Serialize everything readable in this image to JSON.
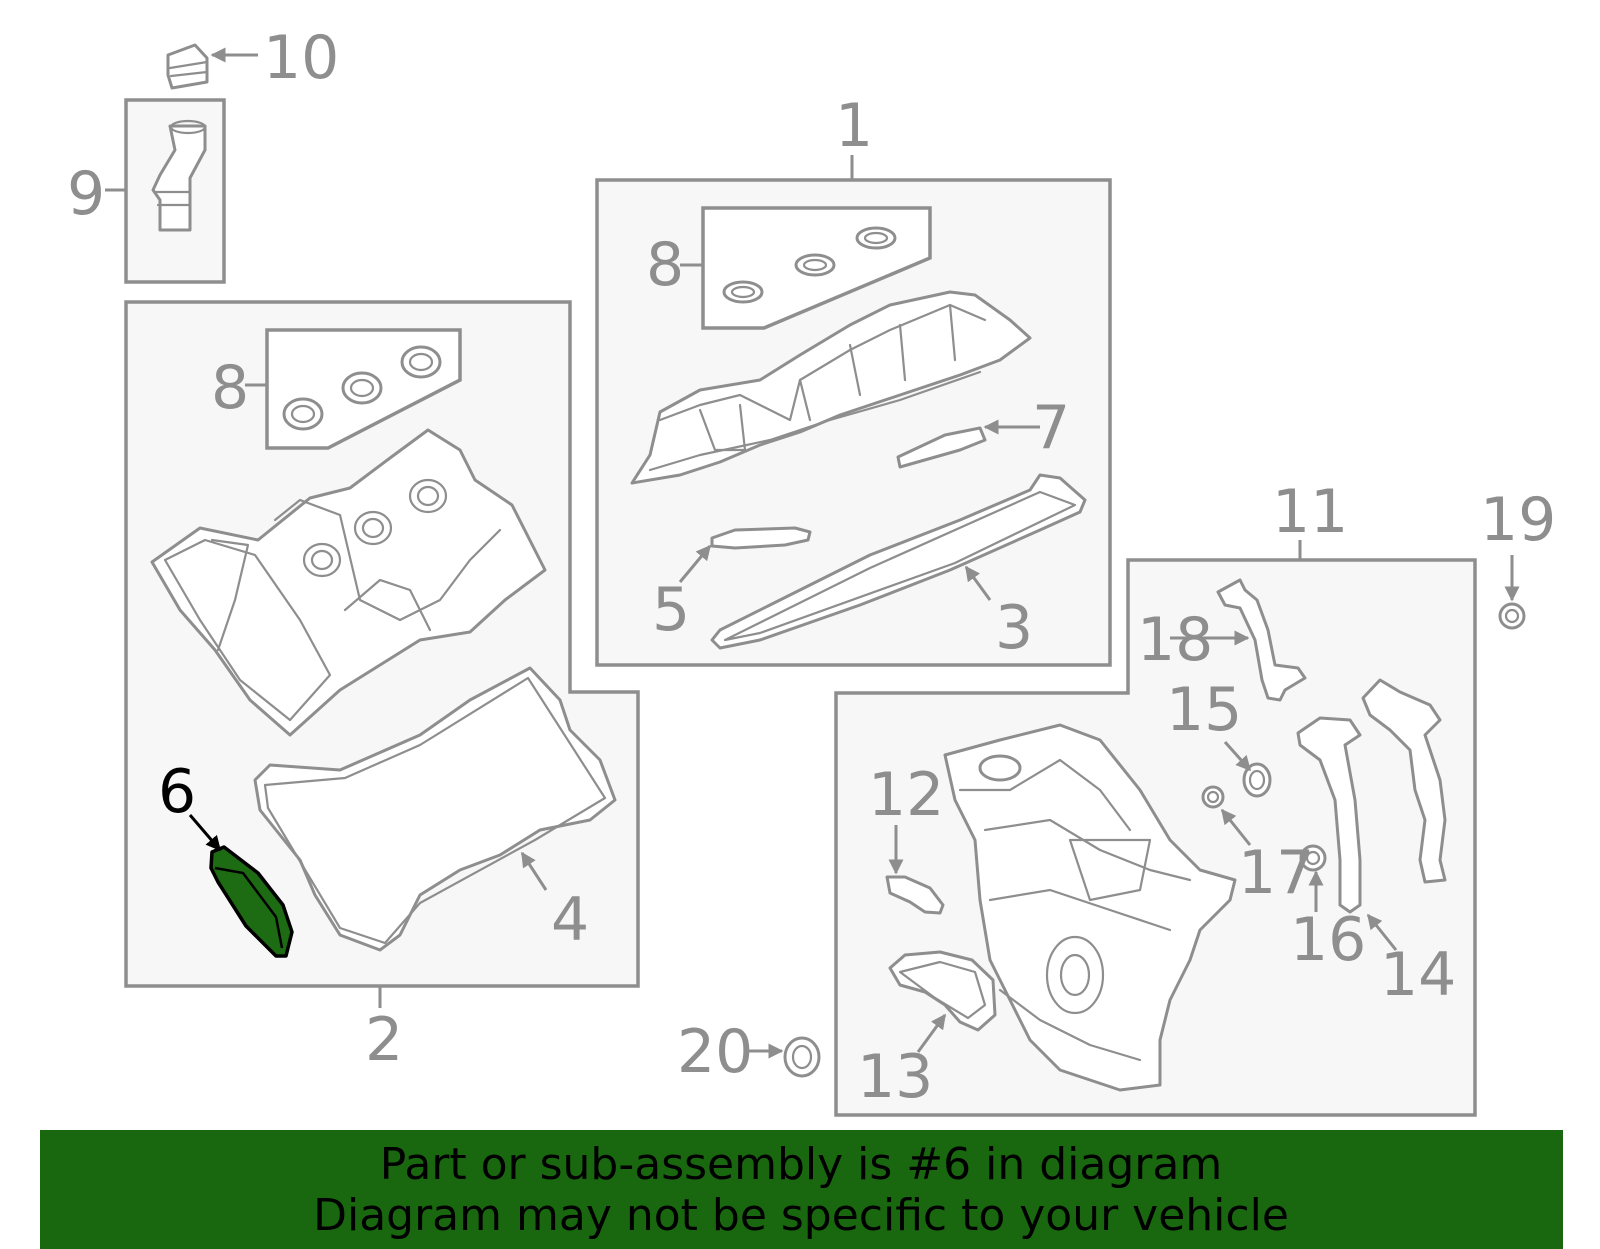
{
  "colors": {
    "banner": "#19680f",
    "highlight": "#1d6b12",
    "line": "#8e8e8e"
  },
  "callouts": {
    "c1": "1",
    "c2": "2",
    "c3": "3",
    "c4": "4",
    "c5": "5",
    "c6": "6",
    "c7": "7",
    "c8a": "8",
    "c8b": "8",
    "c9": "9",
    "c10": "10",
    "c11": "11",
    "c12": "12",
    "c13": "13",
    "c14": "14",
    "c15": "15",
    "c16": "16",
    "c17": "17",
    "c18": "18",
    "c19": "19",
    "c20": "20"
  },
  "highlighted_part": "6",
  "banner": {
    "line1": "Part or sub-assembly is #6 in diagram",
    "line2": "Diagram may not be specific to your vehicle"
  }
}
